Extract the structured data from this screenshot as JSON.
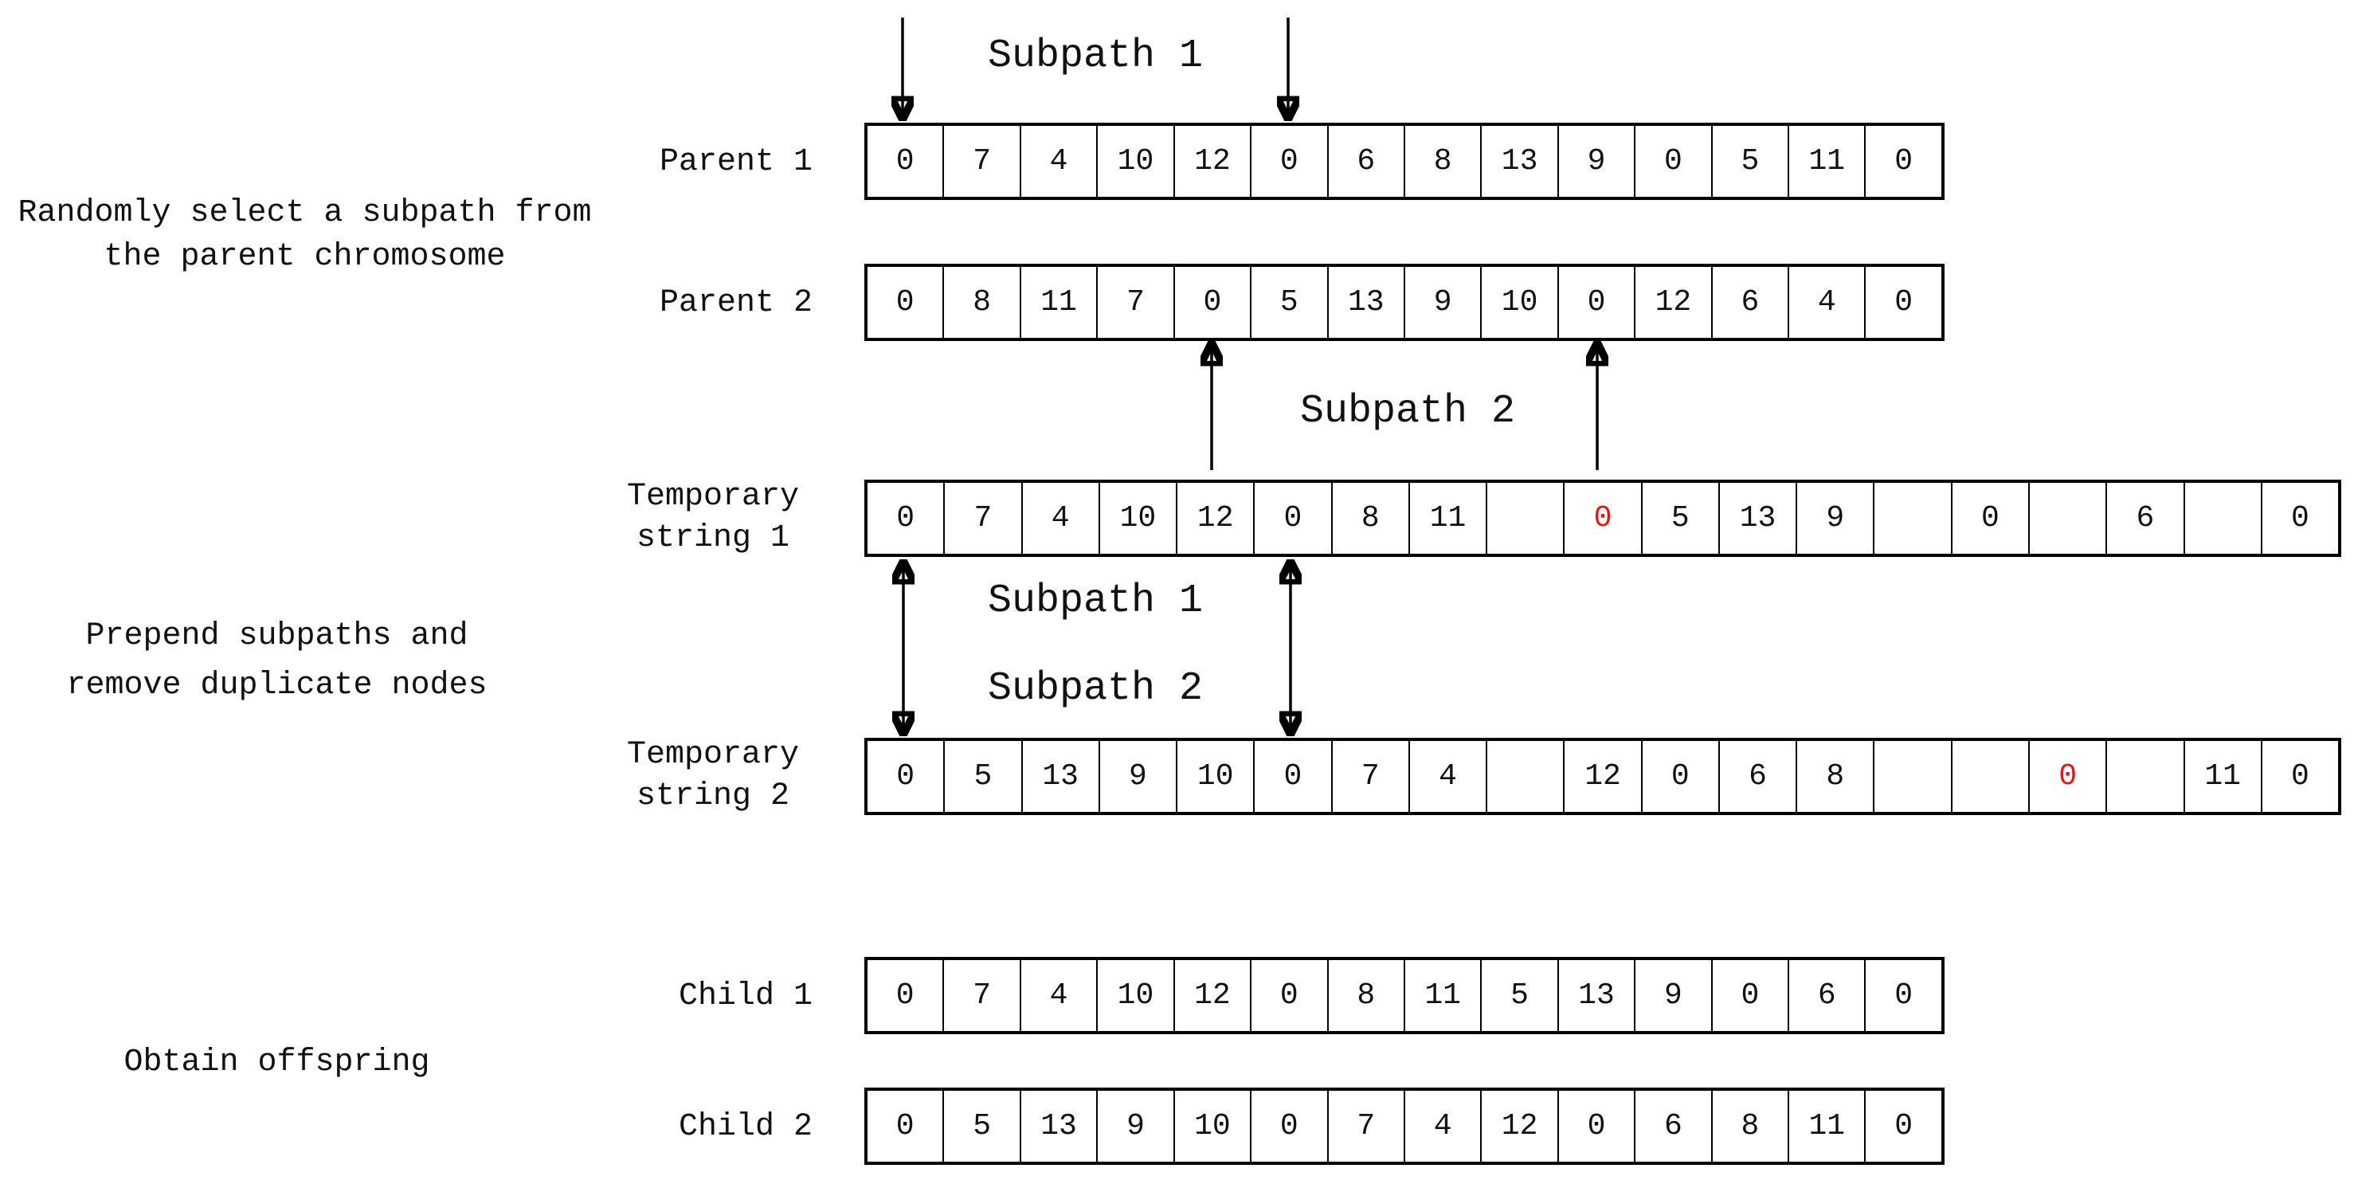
{
  "figure": {
    "description": "Subpath crossover of two parent chromosomes producing two offspring",
    "steps": {
      "step1": {
        "line1": "Randomly select a subpath from",
        "line2": "the parent chromosome"
      },
      "step2": {
        "line1": "Prepend subpaths and",
        "line2": "remove duplicate nodes"
      },
      "step3": {
        "line1": "Obtain offspring"
      }
    },
    "annotations": {
      "subpath1_top": "Subpath 1",
      "subpath2_parent": "Subpath 2",
      "subpath1_mid": "Subpath 1",
      "subpath2_mid": "Subpath 2"
    },
    "rows": {
      "parent1": {
        "label": "Parent 1",
        "cells": [
          "0",
          "7",
          "4",
          "10",
          "12",
          "0",
          "6",
          "8",
          "13",
          "9",
          "0",
          "5",
          "11",
          "0"
        ],
        "red_indices": []
      },
      "parent2": {
        "label": "Parent 2",
        "cells": [
          "0",
          "8",
          "11",
          "7",
          "0",
          "5",
          "13",
          "9",
          "10",
          "0",
          "12",
          "6",
          "4",
          "0"
        ],
        "red_indices": []
      },
      "temp1": {
        "label_line1": "Temporary",
        "label_line2": "string 1",
        "cells": [
          "0",
          "7",
          "4",
          "10",
          "12",
          "0",
          "8",
          "11",
          "",
          "0",
          "5",
          "13",
          "9",
          "",
          "0",
          "",
          "6",
          "",
          "0"
        ],
        "red_indices": [
          9
        ]
      },
      "temp2": {
        "label_line1": "Temporary",
        "label_line2": "string 2",
        "cells": [
          "0",
          "5",
          "13",
          "9",
          "10",
          "0",
          "7",
          "4",
          "",
          "12",
          "0",
          "6",
          "8",
          "",
          "",
          "0",
          "",
          "11",
          "0"
        ],
        "red_indices": [
          15
        ]
      },
      "child1": {
        "label": "Child 1",
        "cells": [
          "0",
          "7",
          "4",
          "10",
          "12",
          "0",
          "8",
          "11",
          "5",
          "13",
          "9",
          "0",
          "6",
          "0"
        ],
        "red_indices": []
      },
      "child2": {
        "label": "Child 2",
        "cells": [
          "0",
          "5",
          "13",
          "9",
          "10",
          "0",
          "7",
          "4",
          "12",
          "0",
          "6",
          "8",
          "11",
          "0"
        ],
        "red_indices": []
      }
    },
    "colors": {
      "highlight": "#ee1111",
      "line": "#000000",
      "background": "#ffffff"
    }
  }
}
